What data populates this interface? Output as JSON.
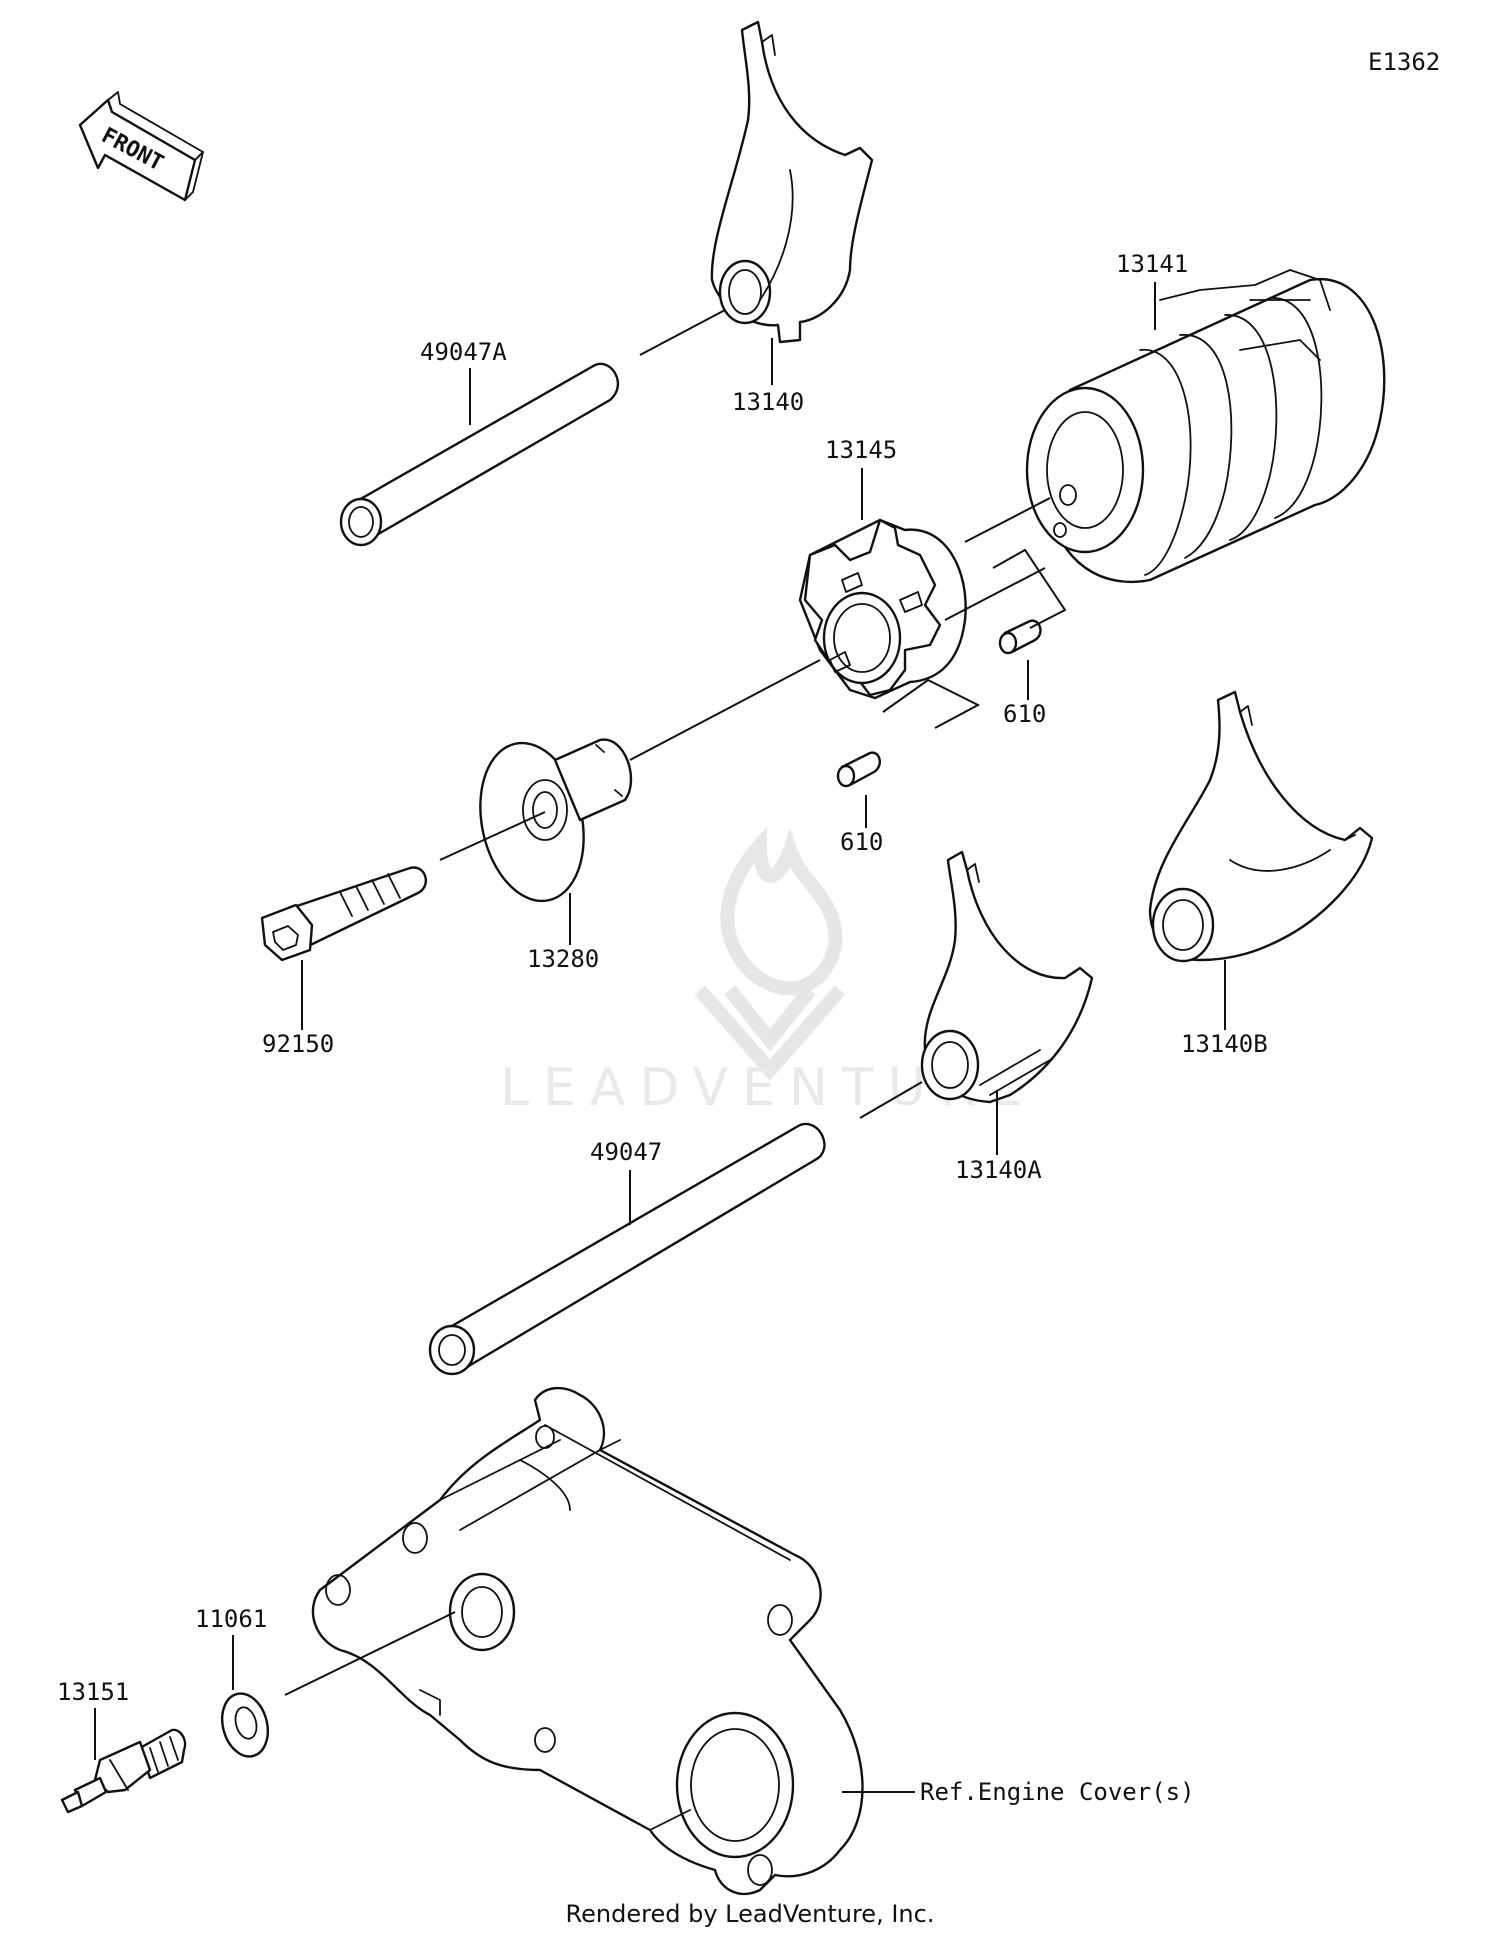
{
  "diagram_code": "E1362",
  "front_arrow_text": "FRONT",
  "watermark_text": "LEADVENTURE",
  "footer": "Rendered by LeadVenture, Inc.",
  "parts": {
    "p49047A": "49047A",
    "p13140": "13140",
    "p13141": "13141",
    "p13145": "13145",
    "p610_upper": "610",
    "p610_lower": "610",
    "p13280": "13280",
    "p92150": "92150",
    "p13140B": "13140B",
    "p13140A": "13140A",
    "p49047": "49047",
    "p11061": "11061",
    "p13151": "13151",
    "ref_engine_cover": "Ref.Engine Cover(s)"
  }
}
